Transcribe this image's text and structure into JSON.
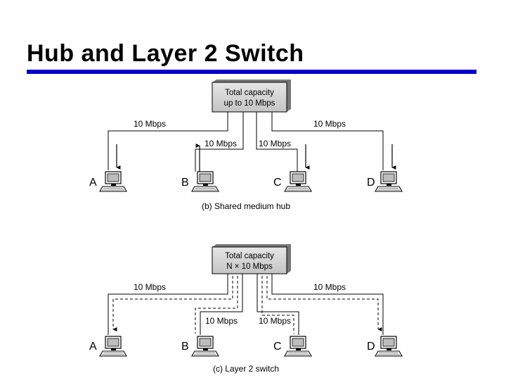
{
  "page": {
    "title": "Hub and Layer 2 Switch",
    "rule_color": "#0000cc"
  },
  "hub": {
    "box_line1": "Total capacity",
    "box_line2": "up to 10 Mbps",
    "links": {
      "a": "10 Mbps",
      "b": "10 Mbps",
      "c": "10 Mbps",
      "d": "10 Mbps"
    },
    "nodes": [
      "A",
      "B",
      "C",
      "D"
    ],
    "caption": "(b) Shared medium hub"
  },
  "switch": {
    "box_line1": "Total capacity",
    "box_line2": "N × 10 Mbps",
    "links": {
      "a": "10 Mbps",
      "b": "10 Mbps",
      "c": "10 Mbps",
      "d": "10 Mbps"
    },
    "nodes": [
      "A",
      "B",
      "C",
      "D"
    ],
    "caption": "(c) Layer 2 switch"
  },
  "icons": {
    "computer": "computer-icon"
  }
}
